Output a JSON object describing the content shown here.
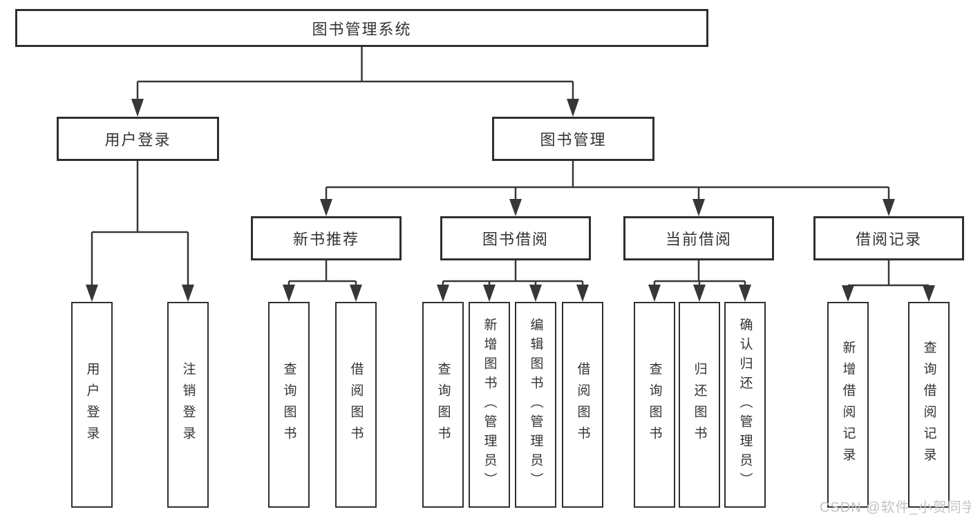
{
  "diagram": {
    "root": {
      "label": "图书管理系统"
    },
    "level2": [
      {
        "id": "user-login",
        "label": "用户登录"
      },
      {
        "id": "book-management",
        "label": "图书管理"
      }
    ],
    "level3": [
      {
        "id": "new-book-recommend",
        "label": "新书推荐"
      },
      {
        "id": "book-borrowing",
        "label": "图书借阅"
      },
      {
        "id": "current-borrowing",
        "label": "当前借阅"
      },
      {
        "id": "borrowing-records",
        "label": "借阅记录"
      }
    ],
    "leaves": [
      {
        "id": "user-login-leaf",
        "label": "用户登录"
      },
      {
        "id": "logout",
        "label": "注销登录"
      },
      {
        "id": "query-books-recommend",
        "label": "查询图书"
      },
      {
        "id": "borrow-books-recommend",
        "label": "借阅图书"
      },
      {
        "id": "query-books-borrow",
        "label": "查询图书"
      },
      {
        "id": "add-books-admin",
        "label": "新增图书（管理员）"
      },
      {
        "id": "edit-books-admin",
        "label": "编辑图书（管理员）"
      },
      {
        "id": "borrow-books",
        "label": "借阅图书"
      },
      {
        "id": "query-books-current",
        "label": "查询图书"
      },
      {
        "id": "return-books",
        "label": "归还图书"
      },
      {
        "id": "confirm-return-admin",
        "label": "确认归还（管理员）"
      },
      {
        "id": "add-borrow-record",
        "label": "新增借阅记录"
      },
      {
        "id": "query-borrow-record",
        "label": "查询借阅记录"
      }
    ]
  },
  "watermark": {
    "text": "CSDN @软件_小贺同学"
  },
  "colors": {
    "line": "#373737",
    "box_border": "#2f2f2f",
    "text": "#333333",
    "watermark": "#c3c3c3",
    "background": "#ffffff"
  }
}
